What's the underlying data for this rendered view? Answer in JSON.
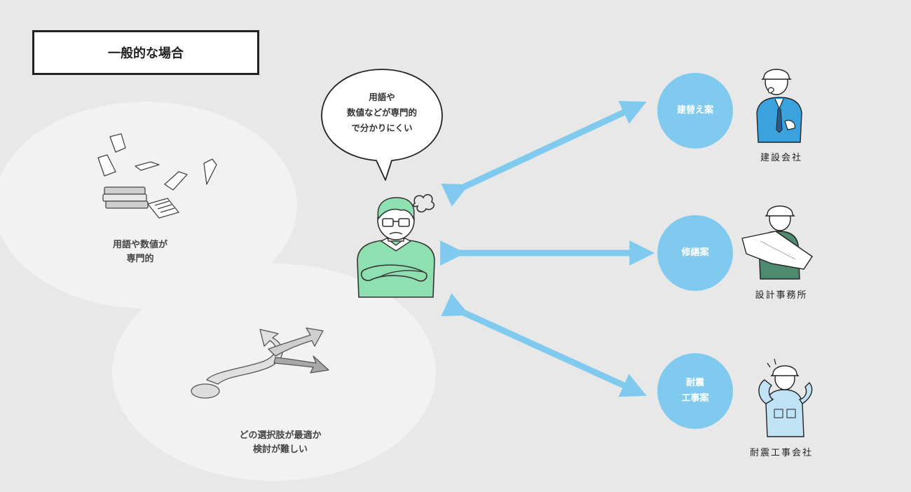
{
  "title": "一般的な場合",
  "problems": [
    {
      "lines": [
        "用語や数値が",
        "専門的"
      ]
    },
    {
      "lines": [
        "どの選択肢が最適か",
        "検討が難しい"
      ]
    }
  ],
  "speech_bubble": {
    "lines": [
      "用語や",
      "数値などが専門的",
      "で分かりにくい"
    ]
  },
  "proposals": [
    {
      "lines": [
        "建替え案"
      ],
      "company": "建設会社"
    },
    {
      "lines": [
        "修繕案"
      ],
      "company": "設計事務所"
    },
    {
      "lines": [
        "耐震",
        "工事案"
      ],
      "company": "耐震工事会社"
    }
  ],
  "colors": {
    "background": "#e8e8e8",
    "accent_blue": "#7fcaee",
    "shirt_green": "#8fe0b0",
    "blob": "#f2f2f2"
  },
  "icons": [
    "papers-and-books-icon",
    "question-arrow-icon",
    "worried-thought-icon"
  ]
}
